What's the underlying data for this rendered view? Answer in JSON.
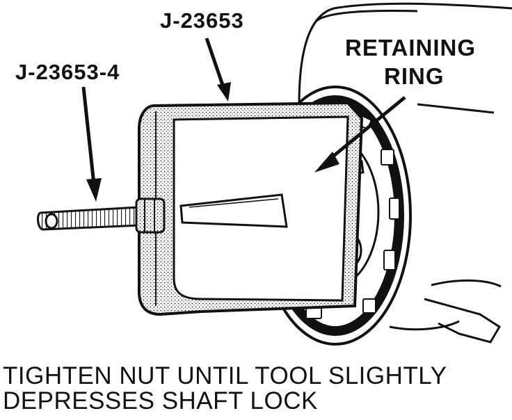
{
  "labels": {
    "tool_puller": "J-23653",
    "tool_forcing_screw": "J-23653-4",
    "retaining_ring_line1": "RETAINING",
    "retaining_ring_line2": "RING"
  },
  "caption": {
    "line1": "TIGHTEN NUT UNTIL TOOL SLIGHTLY",
    "line2": "DEPRESSES SHAFT LOCK"
  },
  "colors": {
    "ink": "#111111",
    "paper": "#ffffff",
    "shade": "#cfcfcf"
  }
}
